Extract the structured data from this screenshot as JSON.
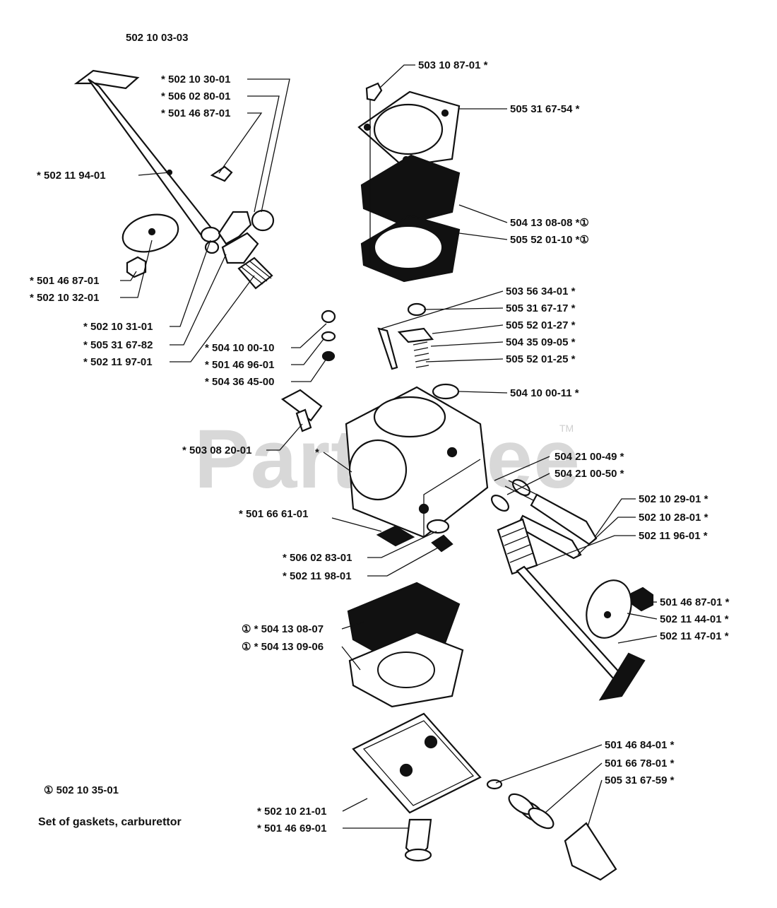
{
  "diagram": {
    "assembly_number": "502 10 03-03",
    "kit_number": "① 502 10 35-01",
    "kit_caption": "Set of gaskets, carburettor",
    "watermark": "PartsTree",
    "trademark": "TM"
  },
  "labels": [
    {
      "id": "l01",
      "text": "* 502 10 30-01"
    },
    {
      "id": "l02",
      "text": "* 506 02 80-01"
    },
    {
      "id": "l03",
      "text": "* 501 46 87-01"
    },
    {
      "id": "l04",
      "text": "* 502 11 94-01"
    },
    {
      "id": "l05",
      "text": "* 501 46 87-01"
    },
    {
      "id": "l06",
      "text": "* 502 10 32-01"
    },
    {
      "id": "l07",
      "text": "* 502 10 31-01"
    },
    {
      "id": "l08",
      "text": "* 505 31 67-82"
    },
    {
      "id": "l09",
      "text": "* 502 11 97-01"
    },
    {
      "id": "l10",
      "text": "* 504 10 00-10"
    },
    {
      "id": "l11",
      "text": "* 501 46 96-01"
    },
    {
      "id": "l12",
      "text": "* 504 36 45-00"
    },
    {
      "id": "l13",
      "text": "* 503 08 20-01"
    },
    {
      "id": "l14",
      "text": "*"
    },
    {
      "id": "l15",
      "text": "* 501 66 61-01"
    },
    {
      "id": "l16",
      "text": "* 506 02 83-01"
    },
    {
      "id": "l17",
      "text": "* 502 11 98-01"
    },
    {
      "id": "l18",
      "text": "① * 504 13 08-07"
    },
    {
      "id": "l19",
      "text": "① * 504 13 09-06"
    },
    {
      "id": "l20",
      "text": "* 502 10 21-01"
    },
    {
      "id": "l21",
      "text": "* 501 46 69-01"
    },
    {
      "id": "l22",
      "text": "503 10 87-01 *"
    },
    {
      "id": "l23",
      "text": "505 31 67-54 *"
    },
    {
      "id": "l24",
      "text": "504 13 08-08 *①"
    },
    {
      "id": "l25",
      "text": "505 52 01-10 *①"
    },
    {
      "id": "l26",
      "text": "503 56 34-01 *"
    },
    {
      "id": "l27",
      "text": "505 31 67-17 *"
    },
    {
      "id": "l28",
      "text": "505 52 01-27 *"
    },
    {
      "id": "l29",
      "text": "504 35 09-05 *"
    },
    {
      "id": "l30",
      "text": "505 52 01-25 *"
    },
    {
      "id": "l31",
      "text": "504 10 00-11 *"
    },
    {
      "id": "l32",
      "text": "504 21 00-49 *"
    },
    {
      "id": "l33",
      "text": "504 21 00-50 *"
    },
    {
      "id": "l34",
      "text": "502 10 29-01 *"
    },
    {
      "id": "l35",
      "text": "502 10 28-01 *"
    },
    {
      "id": "l36",
      "text": "502 11 96-01 *"
    },
    {
      "id": "l37",
      "text": "501 46 87-01 *"
    },
    {
      "id": "l38",
      "text": "502 11 44-01 *"
    },
    {
      "id": "l39",
      "text": "502 11 47-01 *"
    },
    {
      "id": "l40",
      "text": "501 46 84-01 *"
    },
    {
      "id": "l41",
      "text": "501 66 78-01 *"
    },
    {
      "id": "l42",
      "text": "505 31 67-59 *"
    }
  ]
}
